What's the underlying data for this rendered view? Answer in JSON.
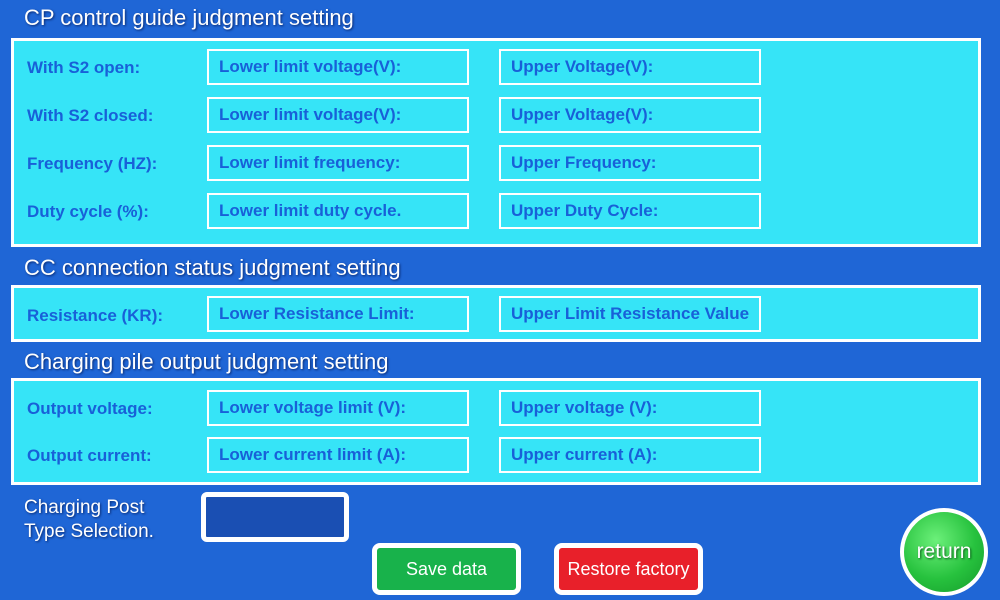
{
  "sections": {
    "cp": {
      "title": "CP control guide judgment setting",
      "rows": [
        {
          "label": "With S2 open:",
          "lower": "Lower limit voltage(V):",
          "upper": "Upper Voltage(V):"
        },
        {
          "label": "With S2 closed:",
          "lower": "Lower limit voltage(V):",
          "upper": "Upper Voltage(V):"
        },
        {
          "label": "Frequency (HZ):",
          "lower": "Lower limit frequency:",
          "upper": "Upper Frequency:"
        },
        {
          "label": "Duty cycle (%):",
          "lower": "Lower limit duty cycle.",
          "upper": "Upper Duty Cycle:"
        }
      ]
    },
    "cc": {
      "title": "CC connection status judgment setting",
      "rows": [
        {
          "label": "Resistance (KR):",
          "lower": "Lower Resistance Limit:",
          "upper": "Upper Limit Resistance Value"
        }
      ]
    },
    "output": {
      "title": "Charging pile output judgment setting",
      "rows": [
        {
          "label": "Output voltage:",
          "lower": "Lower voltage limit (V):",
          "upper": "Upper voltage (V):"
        },
        {
          "label": "Output current:",
          "lower": "Lower current limit (A):",
          "upper": "Upper current (A):"
        }
      ]
    }
  },
  "post_type": {
    "label_line1": "Charging Post",
    "label_line2": "Type Selection.",
    "selected_value": ""
  },
  "buttons": {
    "save": "Save data",
    "restore": "Restore factory",
    "return": "return"
  },
  "colors": {
    "background": "#1f66d6",
    "panel": "#36e4f7",
    "label_text": "#1860d8",
    "save": "#18b24b",
    "restore": "#e8202a",
    "return": "#27c23e"
  }
}
